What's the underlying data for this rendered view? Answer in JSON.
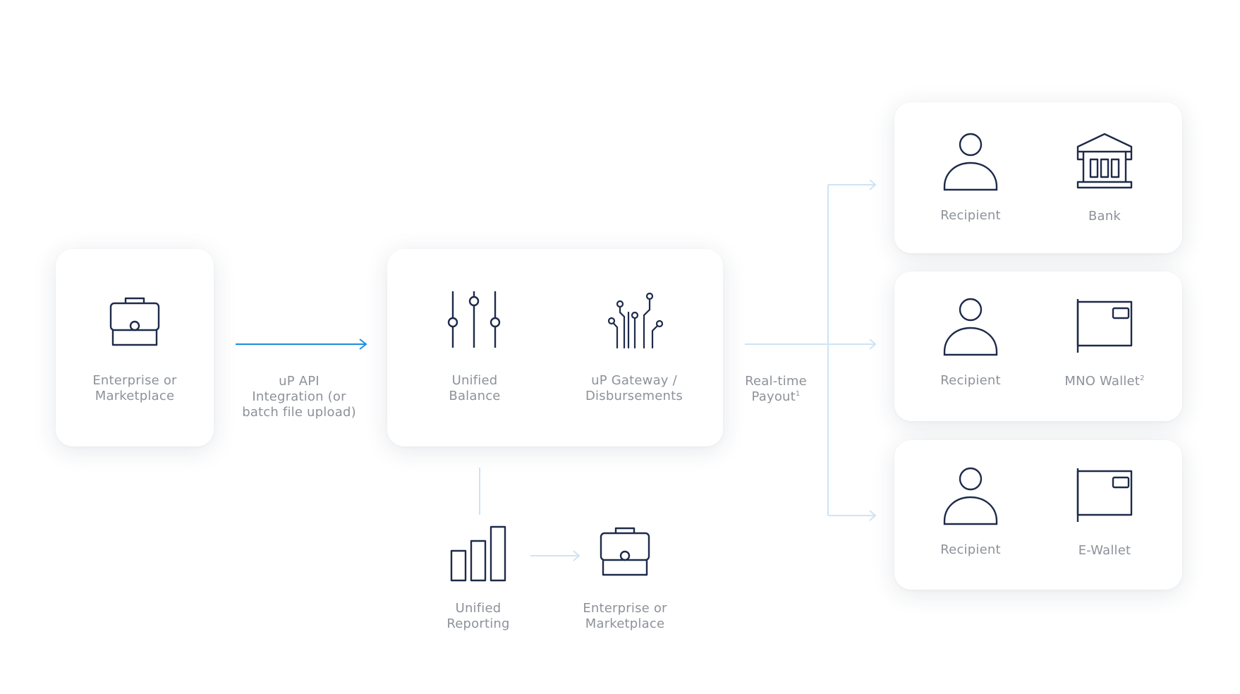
{
  "colors": {
    "icon": "#1e2a4a",
    "primary_arrow": "#1a8ee0",
    "secondary_line": "#cfe3f3",
    "label_text": "#8d9299",
    "card_bg": "#ffffff"
  },
  "source": {
    "icon": "briefcase-icon",
    "label": "Enterprise or\nMarketplace"
  },
  "integration_label": "uP API\nIntegration (or\nbatch file upload)",
  "platform": {
    "balance": {
      "icon": "sliders-icon",
      "label": "Unified\nBalance"
    },
    "gateway": {
      "icon": "circuit-icon",
      "label": "uP Gateway /\nDisbursements"
    }
  },
  "payout_label": {
    "text": "Real-time\nPayout",
    "sup": "1"
  },
  "recipients": [
    {
      "person_icon": "person-icon",
      "person_label": "Recipient",
      "channel_icon": "bank-icon",
      "channel_label": "Bank",
      "channel_sup": ""
    },
    {
      "person_icon": "person-icon",
      "person_label": "Recipient",
      "channel_icon": "wallet-icon",
      "channel_label": "MNO Wallet",
      "channel_sup": "2"
    },
    {
      "person_icon": "person-icon",
      "person_label": "Recipient",
      "channel_icon": "wallet-icon",
      "channel_label": "E-Wallet",
      "channel_sup": ""
    }
  ],
  "reporting": {
    "icon": "bar-chart-icon",
    "label": "Unified\nReporting",
    "target_icon": "briefcase-icon",
    "target_label": "Enterprise or\nMarketplace"
  }
}
